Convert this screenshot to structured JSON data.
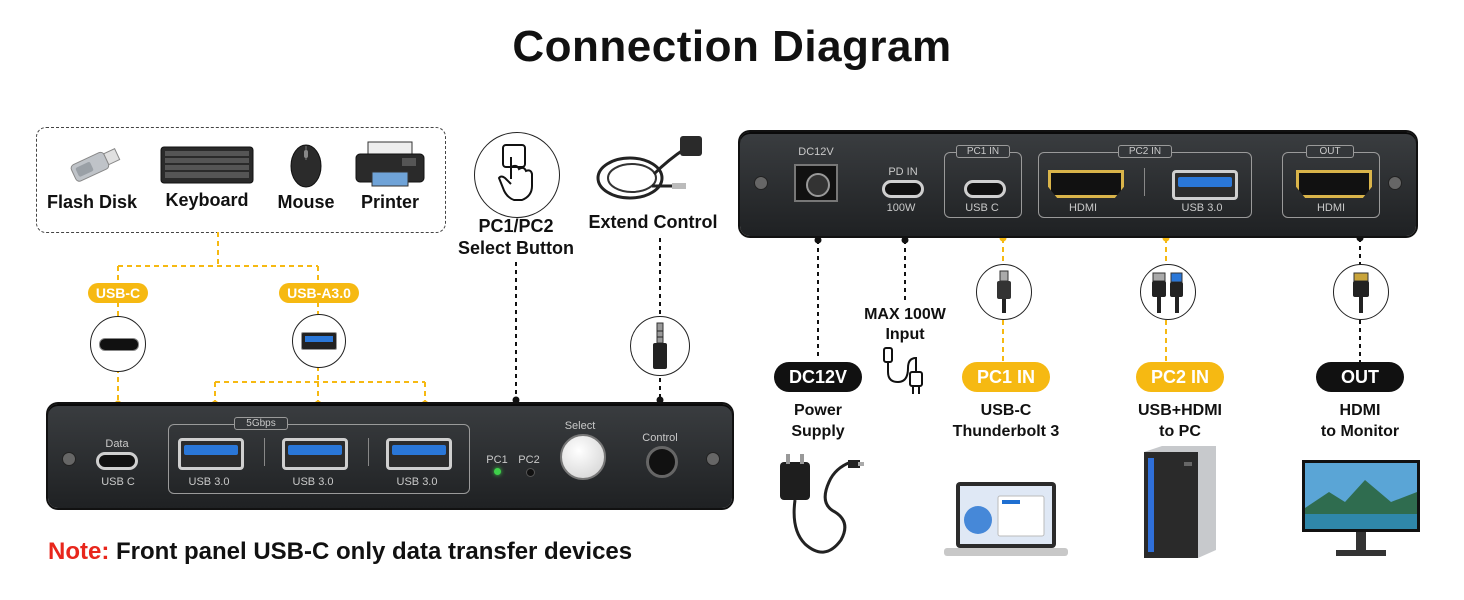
{
  "title": "Connection Diagram",
  "devices": {
    "flash_disk": "Flash Disk",
    "keyboard": "Keyboard",
    "mouse": "Mouse",
    "printer": "Printer"
  },
  "front_ports": {
    "usb_c_tag": "USB-C",
    "usb_a_tag": "USB-A3.0",
    "speed": "5Gbps",
    "data": "Data",
    "usb_c": "USB C",
    "usb30": "USB 3.0",
    "pc1": "PC1",
    "pc2": "PC2",
    "select": "Select",
    "control": "Control"
  },
  "select_button": {
    "line1": "PC1/PC2",
    "line2": "Select Button"
  },
  "extend_control": "Extend Control",
  "rear_ports": {
    "dc12v": "DC12V",
    "pd_in": "PD IN",
    "w100": "100W",
    "pc1_in": "PC1 IN",
    "usb_c": "USB C",
    "pc2_in": "PC2 IN",
    "hdmi": "HDMI",
    "usb30": "USB 3.0",
    "out": "OUT"
  },
  "max_input": {
    "line1": "MAX 100W",
    "line2": "Input"
  },
  "outputs": [
    {
      "tag": "DC12V",
      "line1": "Power",
      "line2": "Supply"
    },
    {
      "tag": "PC1 IN",
      "line1": "USB-C",
      "line2": "Thunderbolt 3"
    },
    {
      "tag": "PC2 IN",
      "line1": "USB+HDMI",
      "line2": "to PC"
    },
    {
      "tag": "OUT",
      "line1": "HDMI",
      "line2": "to Monitor"
    }
  ],
  "note": {
    "label": "Note:",
    "text": " Front panel USB-C only data transfer devices"
  },
  "colors": {
    "accent": "#f6b912",
    "note_red": "#e8261c",
    "panel": "#2a2c2e"
  }
}
